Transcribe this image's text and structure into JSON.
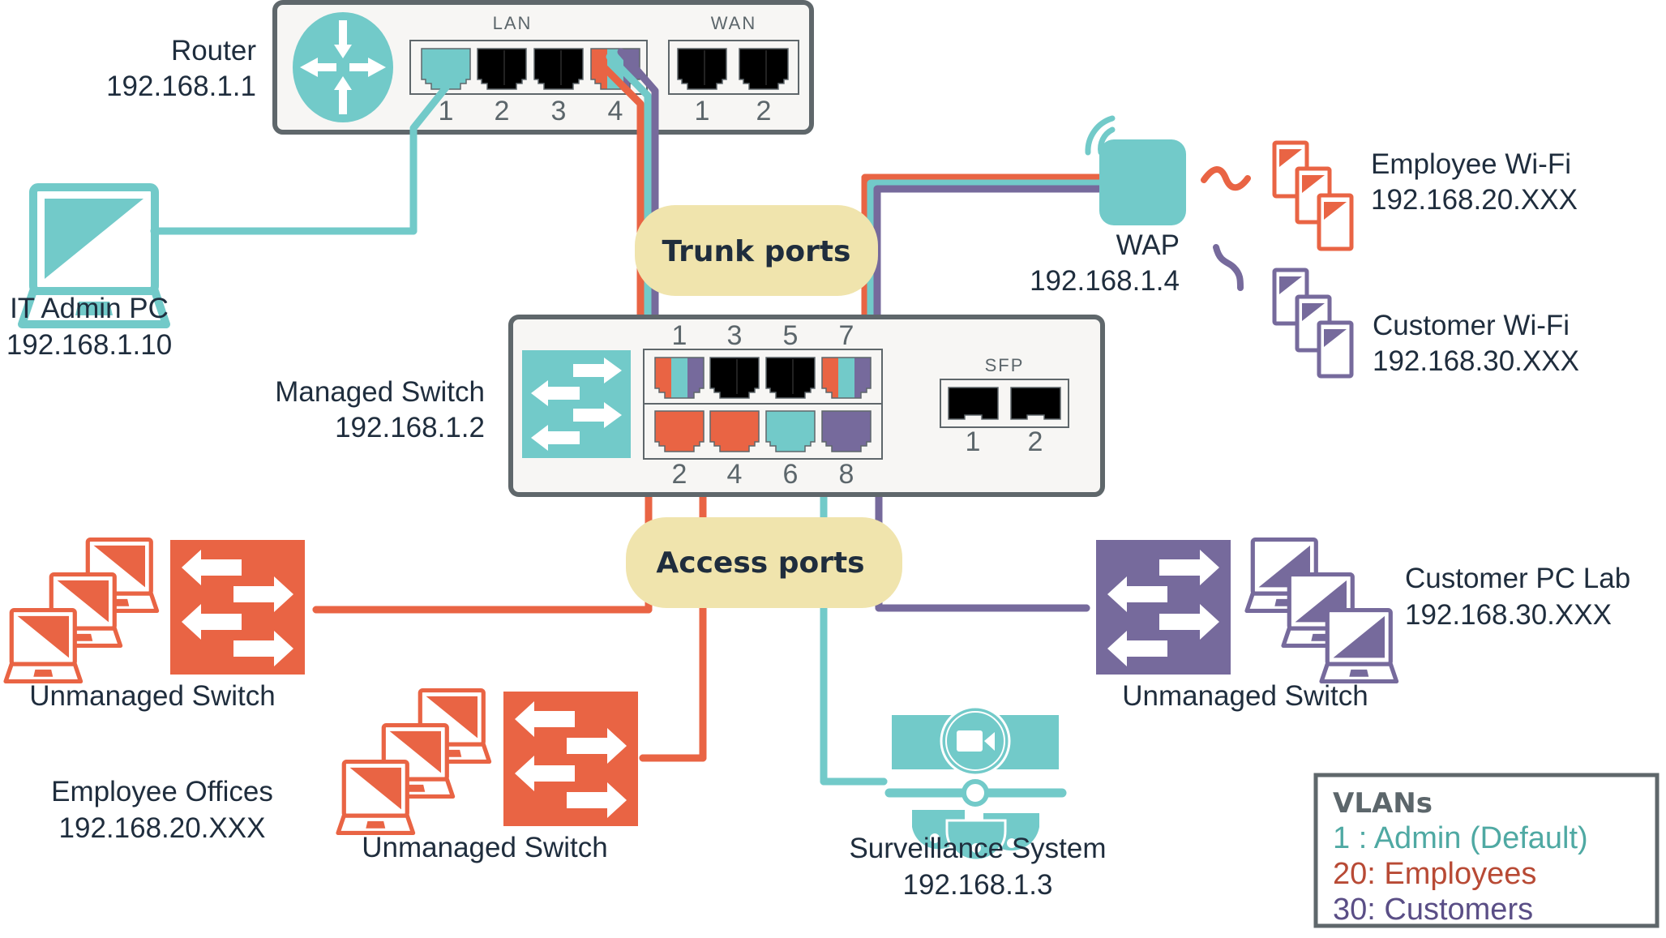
{
  "colors": {
    "admin": "#72cac9",
    "employees": "#e96444",
    "customers": "#766a9c",
    "device_border": "#5f676b",
    "device_fill": "#f7f6f4",
    "port_black": "#000000",
    "bubble": "#f0e4ad",
    "text": "#1f2d3d",
    "legend_admin": "#4fa9a3",
    "legend_employees": "#b84a35",
    "legend_customers": "#5a4e86"
  },
  "router": {
    "name": "Router",
    "ip": "192.168.1.1",
    "icon": "router-icon",
    "lan_label": "LAN",
    "wan_label": "WAN",
    "lan_ports": [
      "1",
      "2",
      "3",
      "4"
    ],
    "wan_ports": [
      "1",
      "2"
    ]
  },
  "it_admin_pc": {
    "name": "IT Admin PC",
    "ip": "192.168.1.10",
    "icon": "laptop-icon"
  },
  "managed_switch": {
    "name": "Managed Switch",
    "ip": "192.168.1.2",
    "icon": "switch-icon",
    "top_ports": [
      "1",
      "3",
      "5",
      "7"
    ],
    "bottom_ports": [
      "2",
      "4",
      "6",
      "8"
    ],
    "sfp_label": "SFP",
    "sfp_ports": [
      "1",
      "2"
    ]
  },
  "wap": {
    "name": "WAP",
    "ip": "192.168.1.4",
    "icon": "wireless-access-point-icon"
  },
  "employee_wifi": {
    "name": "Employee Wi-Fi",
    "ip": "192.168.20.XXX",
    "icon": "phone-icon"
  },
  "customer_wifi": {
    "name": "Customer Wi-Fi",
    "ip": "192.168.30.XXX",
    "icon": "phone-icon"
  },
  "bubbles": {
    "trunk": "Trunk ports",
    "access": "Access ports"
  },
  "unmanaged_switch_left": {
    "name": "Unmanaged Switch",
    "icon": "switch-icon"
  },
  "unmanaged_switch_bottom": {
    "name": "Unmanaged Switch",
    "icon": "switch-icon"
  },
  "unmanaged_switch_right": {
    "name": "Unmanaged Switch",
    "icon": "switch-icon"
  },
  "employee_offices": {
    "name": "Employee Offices",
    "ip": "192.168.20.XXX"
  },
  "customer_pc_lab": {
    "name": "Customer PC Lab",
    "ip": "192.168.30.XXX"
  },
  "surveillance": {
    "name": "Surveillance System",
    "ip": "192.168.1.3",
    "icon": "security-camera-icon"
  },
  "legend": {
    "title": "VLANs",
    "items": [
      {
        "label": " 1  : Admin (Default)",
        "vlan": "1",
        "color_key": "legend_admin"
      },
      {
        "label": "20: Employees",
        "vlan": "20",
        "color_key": "legend_employees"
      },
      {
        "label": "30: Customers",
        "vlan": "30",
        "color_key": "legend_customers"
      }
    ]
  }
}
